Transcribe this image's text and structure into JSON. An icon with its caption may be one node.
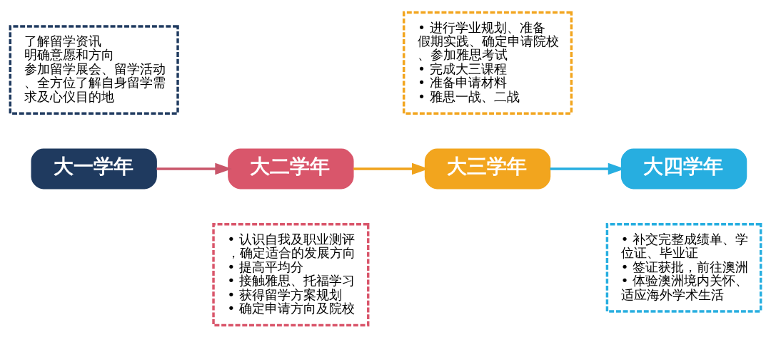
{
  "diagram": {
    "nodes": [
      {
        "text": [
          "了解留学资讯",
          "明确意愿和方向",
          "参加留学展会、留学活动、全方位了解自身留学需求及心仪目的地"
        ]
      },
      {
        "text": [
          "大一学年"
        ]
      },
      {
        "text": [
          "大二学年"
        ]
      },
      {
        "text": [
          "• 认识自我及职业测评，确定适合的发展方向",
          "• 提高平均分",
          "• 接触雅思、托福学习",
          "• 获得留学方案规划",
          "• 确定申请方向及院校"
        ]
      },
      {
        "text": [
          "• 进行学业规划、准备假期实践、确定申请院校、参加雅思考试",
          "• 完成大三课程",
          "• 准备申请材料",
          "• 雅思一战、二战"
        ]
      },
      {
        "text": [
          "大三学年"
        ]
      },
      {
        "text": [
          "大四学年"
        ]
      },
      {
        "text": [
          "• 补交完整成绩单、学位证、毕业证",
          "• 签证获批，前往澳洲",
          "• 体验澳洲境内关怀、适应海外学术生活"
        ]
      }
    ],
    "edges": [
      {
        "from": 1,
        "to": 2,
        "arrow": "to",
        "color": "#c9566a"
      },
      {
        "from": 2,
        "to": 5,
        "arrow": "to",
        "color": "#f0a31c"
      },
      {
        "from": 5,
        "to": 6,
        "arrow": "to",
        "color": "#27aee0"
      }
    ]
  }
}
